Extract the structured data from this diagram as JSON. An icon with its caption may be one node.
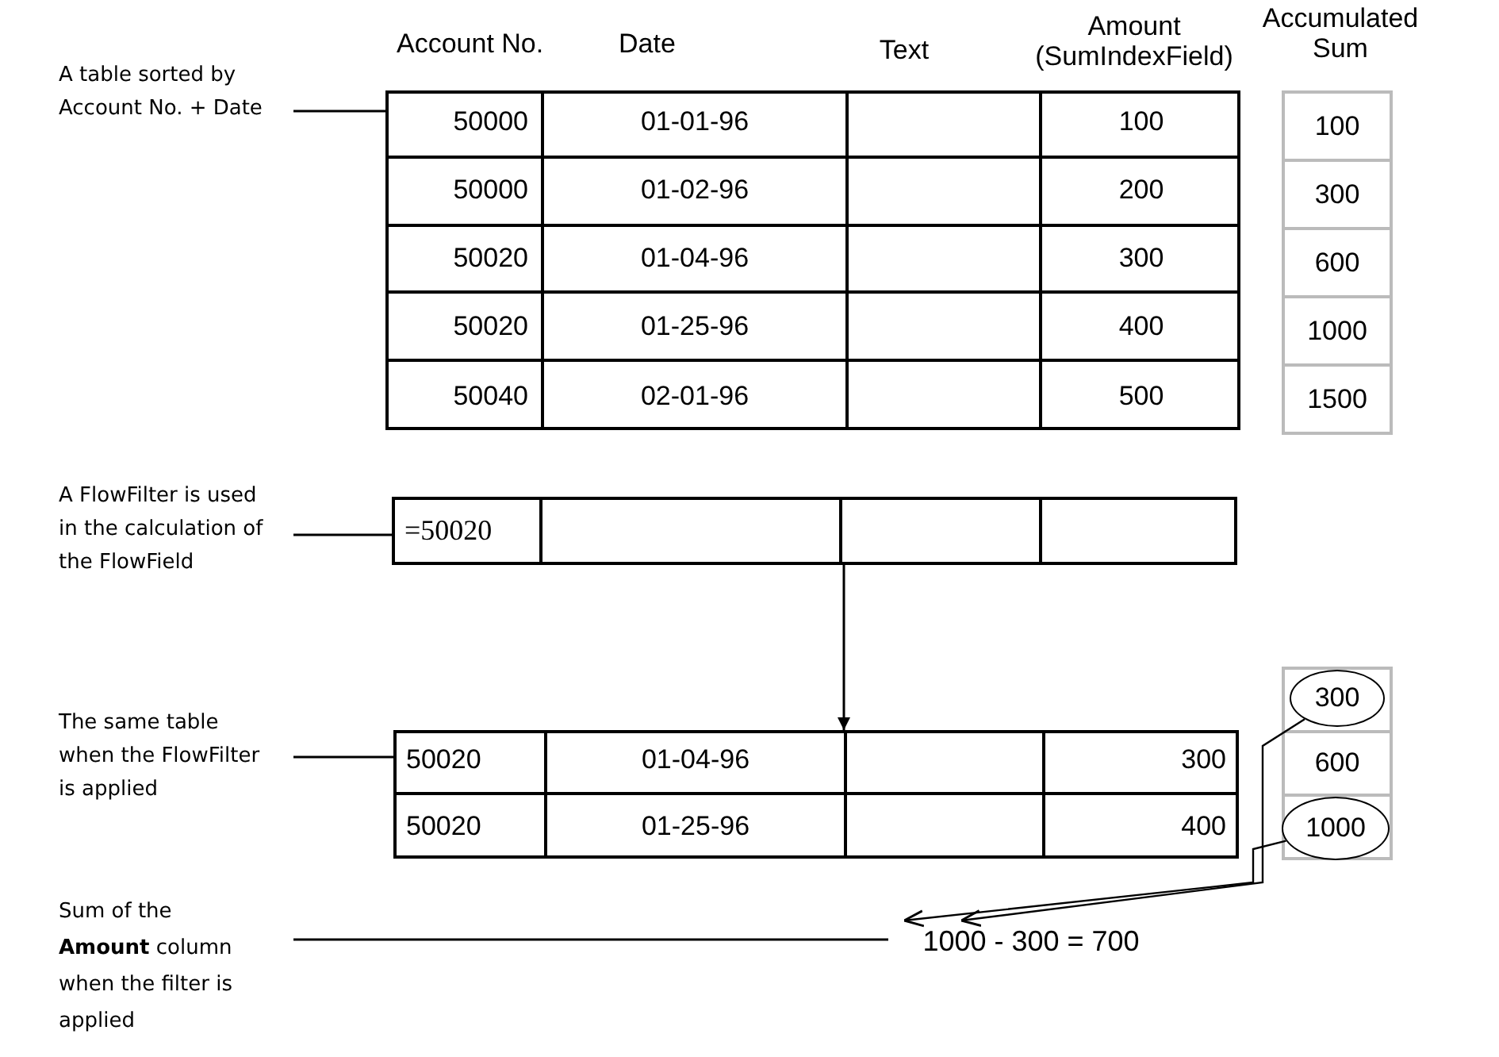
{
  "diagram": {
    "nodes": [
      {
        "text": [
          "A table sorted by Account No. + Date"
        ]
      },
      {
        "text": [],
        "shape": "table"
      },
      {
        "text": [
          "A FlowFilter is used in the calculation of the FlowField"
        ]
      },
      {
        "text": [
          "=50020"
        ]
      },
      {
        "text": [
          "The same table when the FlowFilter is applied"
        ]
      },
      {
        "text": [],
        "shape": "table"
      },
      {
        "text": [
          "Sum of the **Amount** column when the filter is applied"
        ]
      },
      {
        "text": [
          "1000 - 300 = 700"
        ]
      },
      {
        "text": [
          "300"
        ]
      },
      {
        "text": [
          "1000"
        ]
      }
    ],
    "edges": [
      {
        "from": 0,
        "to": 1,
        "arrow": "none"
      },
      {
        "from": 2,
        "to": 3,
        "arrow": "none"
      },
      {
        "from": 3,
        "to": 5,
        "arrow": "to"
      },
      {
        "from": 4,
        "to": 5,
        "arrow": "none"
      },
      {
        "from": 6,
        "to": 7,
        "arrow": "none"
      },
      {
        "from": 8,
        "to": 7,
        "arrow": "to"
      },
      {
        "from": 9,
        "to": 7,
        "arrow": "to"
      }
    ],
    "labels": [
      "Account No.",
      "Date",
      "Text",
      "Amount (SumIndexField)",
      "Accumulated Sum",
      "50000",
      "01-01-96",
      "100",
      "50000",
      "01-02-96",
      "200",
      "50020",
      "01-04-96",
      "300",
      "50020",
      "01-25-96",
      "400",
      "50040",
      "02-01-96",
      "500",
      "100",
      "300",
      "600",
      "1000",
      "1500",
      "50020",
      "01-04-96",
      "300",
      "50020",
      "01-25-96",
      "400",
      "600"
    ]
  }
}
